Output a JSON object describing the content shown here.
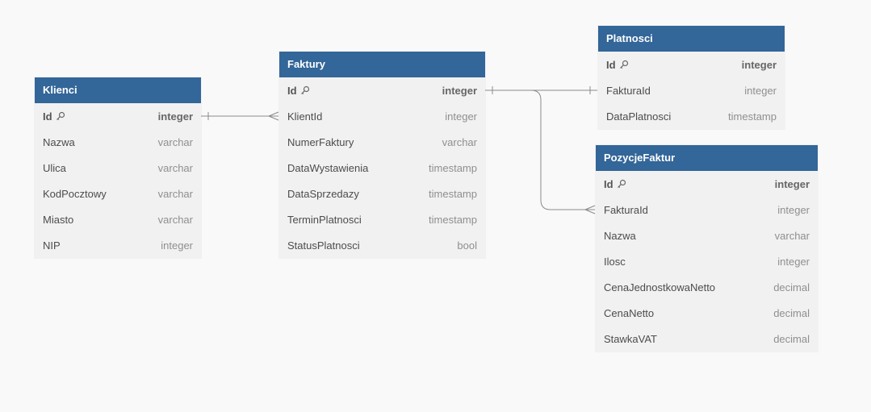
{
  "colors": {
    "canvas_bg": "#f9f9fa",
    "table_header_bg": "#336699",
    "table_body_bg": "#f1f1f2",
    "connector": "#8a8a8a"
  },
  "tables": {
    "klienci": {
      "name": "Klienci",
      "fields": [
        {
          "name": "Id",
          "type": "integer",
          "pk": true
        },
        {
          "name": "Nazwa",
          "type": "varchar"
        },
        {
          "name": "Ulica",
          "type": "varchar"
        },
        {
          "name": "KodPocztowy",
          "type": "varchar"
        },
        {
          "name": "Miasto",
          "type": "varchar"
        },
        {
          "name": "NIP",
          "type": "integer"
        }
      ]
    },
    "faktury": {
      "name": "Faktury",
      "fields": [
        {
          "name": "Id",
          "type": "integer",
          "pk": true
        },
        {
          "name": "KlientId",
          "type": "integer"
        },
        {
          "name": "NumerFaktury",
          "type": "varchar"
        },
        {
          "name": "DataWystawienia",
          "type": "timestamp"
        },
        {
          "name": "DataSprzedazy",
          "type": "timestamp"
        },
        {
          "name": "TerminPlatnosci",
          "type": "timestamp"
        },
        {
          "name": "StatusPlatnosci",
          "type": "bool"
        }
      ]
    },
    "platnosci": {
      "name": "Platnosci",
      "fields": [
        {
          "name": "Id",
          "type": "integer",
          "pk": true
        },
        {
          "name": "FakturaId",
          "type": "integer"
        },
        {
          "name": "DataPlatnosci",
          "type": "timestamp"
        }
      ]
    },
    "pozycjefaktur": {
      "name": "PozycjeFaktur",
      "fields": [
        {
          "name": "Id",
          "type": "integer",
          "pk": true
        },
        {
          "name": "FakturaId",
          "type": "integer"
        },
        {
          "name": "Nazwa",
          "type": "varchar"
        },
        {
          "name": "Ilosc",
          "type": "integer"
        },
        {
          "name": "CenaJednostkowaNetto",
          "type": "decimal"
        },
        {
          "name": "CenaNetto",
          "type": "decimal"
        },
        {
          "name": "StawkaVAT",
          "type": "decimal"
        }
      ]
    }
  },
  "relationships": [
    {
      "from": "Klienci.Id",
      "to": "Faktury.KlientId",
      "kind": "one-to-many"
    },
    {
      "from": "Faktury.Id",
      "to": "Platnosci.FakturaId",
      "kind": "one-to-one"
    },
    {
      "from": "Faktury.Id",
      "to": "PozycjeFaktur.FakturaId",
      "kind": "one-to-many"
    }
  ]
}
